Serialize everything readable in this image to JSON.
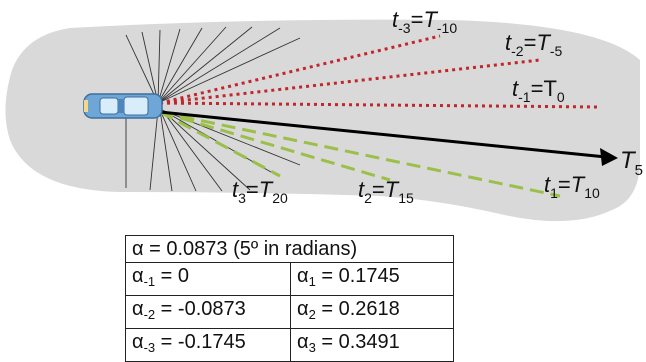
{
  "labels": {
    "t_minus3": {
      "lhs_base": "t",
      "lhs_sub": "-3",
      "eq": "=",
      "rhs_base": "T",
      "rhs_sub": "-10"
    },
    "t_minus2": {
      "lhs_base": "t",
      "lhs_sub": "-2",
      "eq": "=",
      "rhs_base": "T",
      "rhs_sub": "-5"
    },
    "t_minus1": {
      "lhs_base": "t",
      "lhs_sub": "-1",
      "eq": "=",
      "rhs_base": "T",
      "rhs_sub": "0"
    },
    "t_5": {
      "base": "T",
      "sub": "5"
    },
    "t_3": {
      "lhs_base": "t",
      "lhs_sub": "3",
      "eq": "=",
      "rhs_base": "T",
      "rhs_sub": "20"
    },
    "t_2": {
      "lhs_base": "t",
      "lhs_sub": "2",
      "eq": "=",
      "rhs_base": "T",
      "rhs_sub": "15"
    },
    "t_1": {
      "lhs_base": "t",
      "lhs_sub": "1",
      "eq": "=",
      "rhs_base": "T",
      "rhs_sub": "10"
    }
  },
  "table": {
    "header": "α = 0.0873 (5º in radians)",
    "rows": [
      {
        "left_sym": "α",
        "left_sub": "-1",
        "left_val": " = 0",
        "right_sym": "α",
        "right_sub": "1",
        "right_val": " = 0.1745"
      },
      {
        "left_sym": "α",
        "left_sub": "-2",
        "left_val": " = -0.0873",
        "right_sym": "α",
        "right_sub": "2",
        "right_val": " = 0.2618"
      },
      {
        "left_sym": "α",
        "left_sub": "-3",
        "left_val": " = -0.1745",
        "right_sym": "α",
        "right_sub": "3",
        "right_val": " = 0.3491"
      }
    ]
  },
  "colors": {
    "road_area": "#d9d9d9",
    "red_trajectory": "#c0262b",
    "green_trajectory": "#9cbf4a",
    "main_arrow": "#000000",
    "car_body": "#6fa6d8",
    "sensor_lines": "#333333"
  }
}
